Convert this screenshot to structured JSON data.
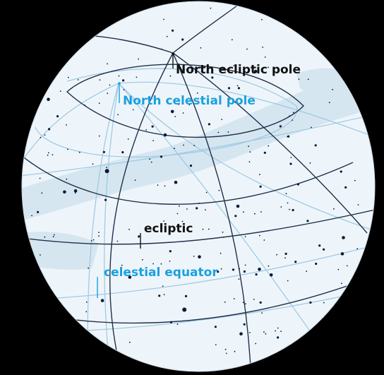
{
  "colors": {
    "background": "#000000",
    "sky": "#eef5fa",
    "milky_way": "#d6e6f0",
    "equatorial_grid": "#9fcbe4",
    "ecliptic_grid": "#20304a",
    "stars": "#0a1a33",
    "celestial_label": "#1aa0e0",
    "ecliptic_label": "#111111"
  },
  "labels": {
    "north_ecliptic_pole": "North ecliptic pole",
    "north_celestial_pole": "North celestial pole",
    "ecliptic": "ecliptic",
    "celestial_equator": "celestial equator"
  }
}
